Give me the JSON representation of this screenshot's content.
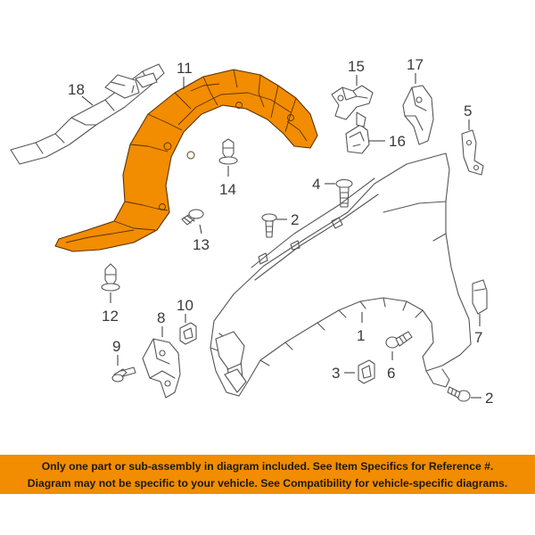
{
  "callouts": [
    {
      "id": "1",
      "label": "1"
    },
    {
      "id": "2a",
      "label": "2"
    },
    {
      "id": "2b",
      "label": "2"
    },
    {
      "id": "3",
      "label": "3"
    },
    {
      "id": "4",
      "label": "4"
    },
    {
      "id": "5",
      "label": "5"
    },
    {
      "id": "6",
      "label": "6"
    },
    {
      "id": "7",
      "label": "7"
    },
    {
      "id": "8",
      "label": "8"
    },
    {
      "id": "9",
      "label": "9"
    },
    {
      "id": "10",
      "label": "10"
    },
    {
      "id": "11",
      "label": "11"
    },
    {
      "id": "12",
      "label": "12"
    },
    {
      "id": "13",
      "label": "13"
    },
    {
      "id": "14",
      "label": "14"
    },
    {
      "id": "15",
      "label": "15"
    },
    {
      "id": "16",
      "label": "16"
    },
    {
      "id": "17",
      "label": "17"
    },
    {
      "id": "18",
      "label": "18"
    }
  ],
  "notice": {
    "line1": "Only one part or sub-assembly in diagram included. See Item Specifics for Reference #.",
    "line2": "Diagram may not be specific to your vehicle. See Compatibility for vehicle-specific diagrams."
  },
  "colors": {
    "highlight": "#f28c00",
    "line": "#555555",
    "background": "#ffffff"
  }
}
